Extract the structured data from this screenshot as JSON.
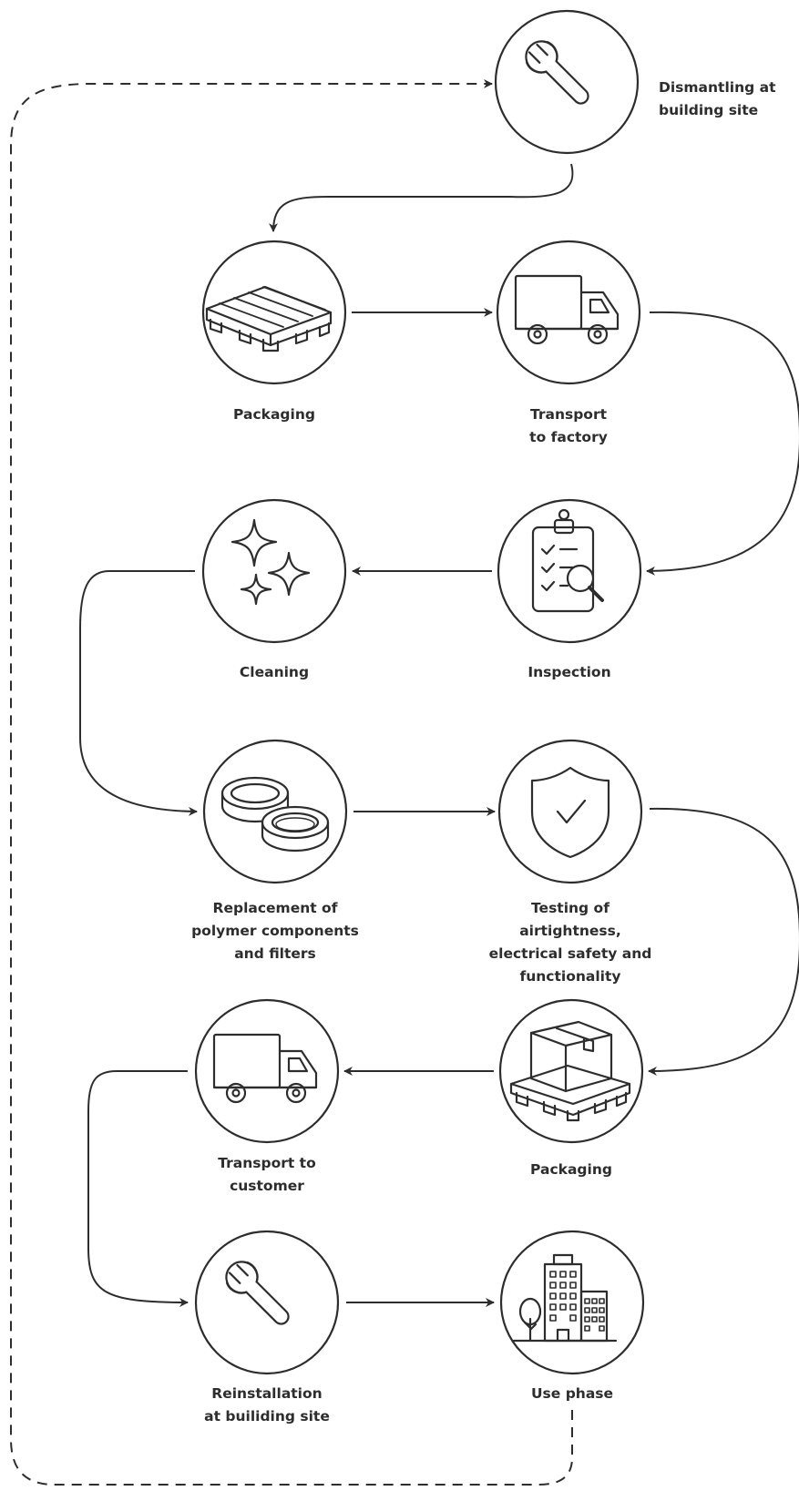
{
  "steps": [
    {
      "id": "dismantling",
      "label": "Dismantling at\nbuilding site",
      "icon": "wrench-icon"
    },
    {
      "id": "packaging-1",
      "label": "Packaging",
      "icon": "pallet-icon"
    },
    {
      "id": "transport-factory",
      "label": "Transport\nto factory",
      "icon": "truck-icon"
    },
    {
      "id": "inspection",
      "label": "Inspection",
      "icon": "clipboard-magnifier-icon"
    },
    {
      "id": "cleaning",
      "label": "Cleaning",
      "icon": "sparkles-icon"
    },
    {
      "id": "replacement",
      "label": "Replacement of\npolymer components\nand filters",
      "icon": "seal-rings-icon"
    },
    {
      "id": "testing",
      "label": "Testing of\nairtightness,\nelectrical safety and\nfunctionality",
      "icon": "shield-check-icon"
    },
    {
      "id": "packaging-2",
      "label": "Packaging",
      "icon": "boxed-pallet-icon"
    },
    {
      "id": "transport-customer",
      "label": "Transport to\ncustomer",
      "icon": "truck-icon"
    },
    {
      "id": "reinstallation",
      "label": "Reinstallation\nat builiding site",
      "icon": "wrench-icon"
    },
    {
      "id": "use-phase",
      "label": "Use phase",
      "icon": "buildings-icon"
    }
  ],
  "colors": {
    "stroke": "#2d2d2d",
    "text": "#2d2d2d",
    "background": "#ffffff"
  }
}
